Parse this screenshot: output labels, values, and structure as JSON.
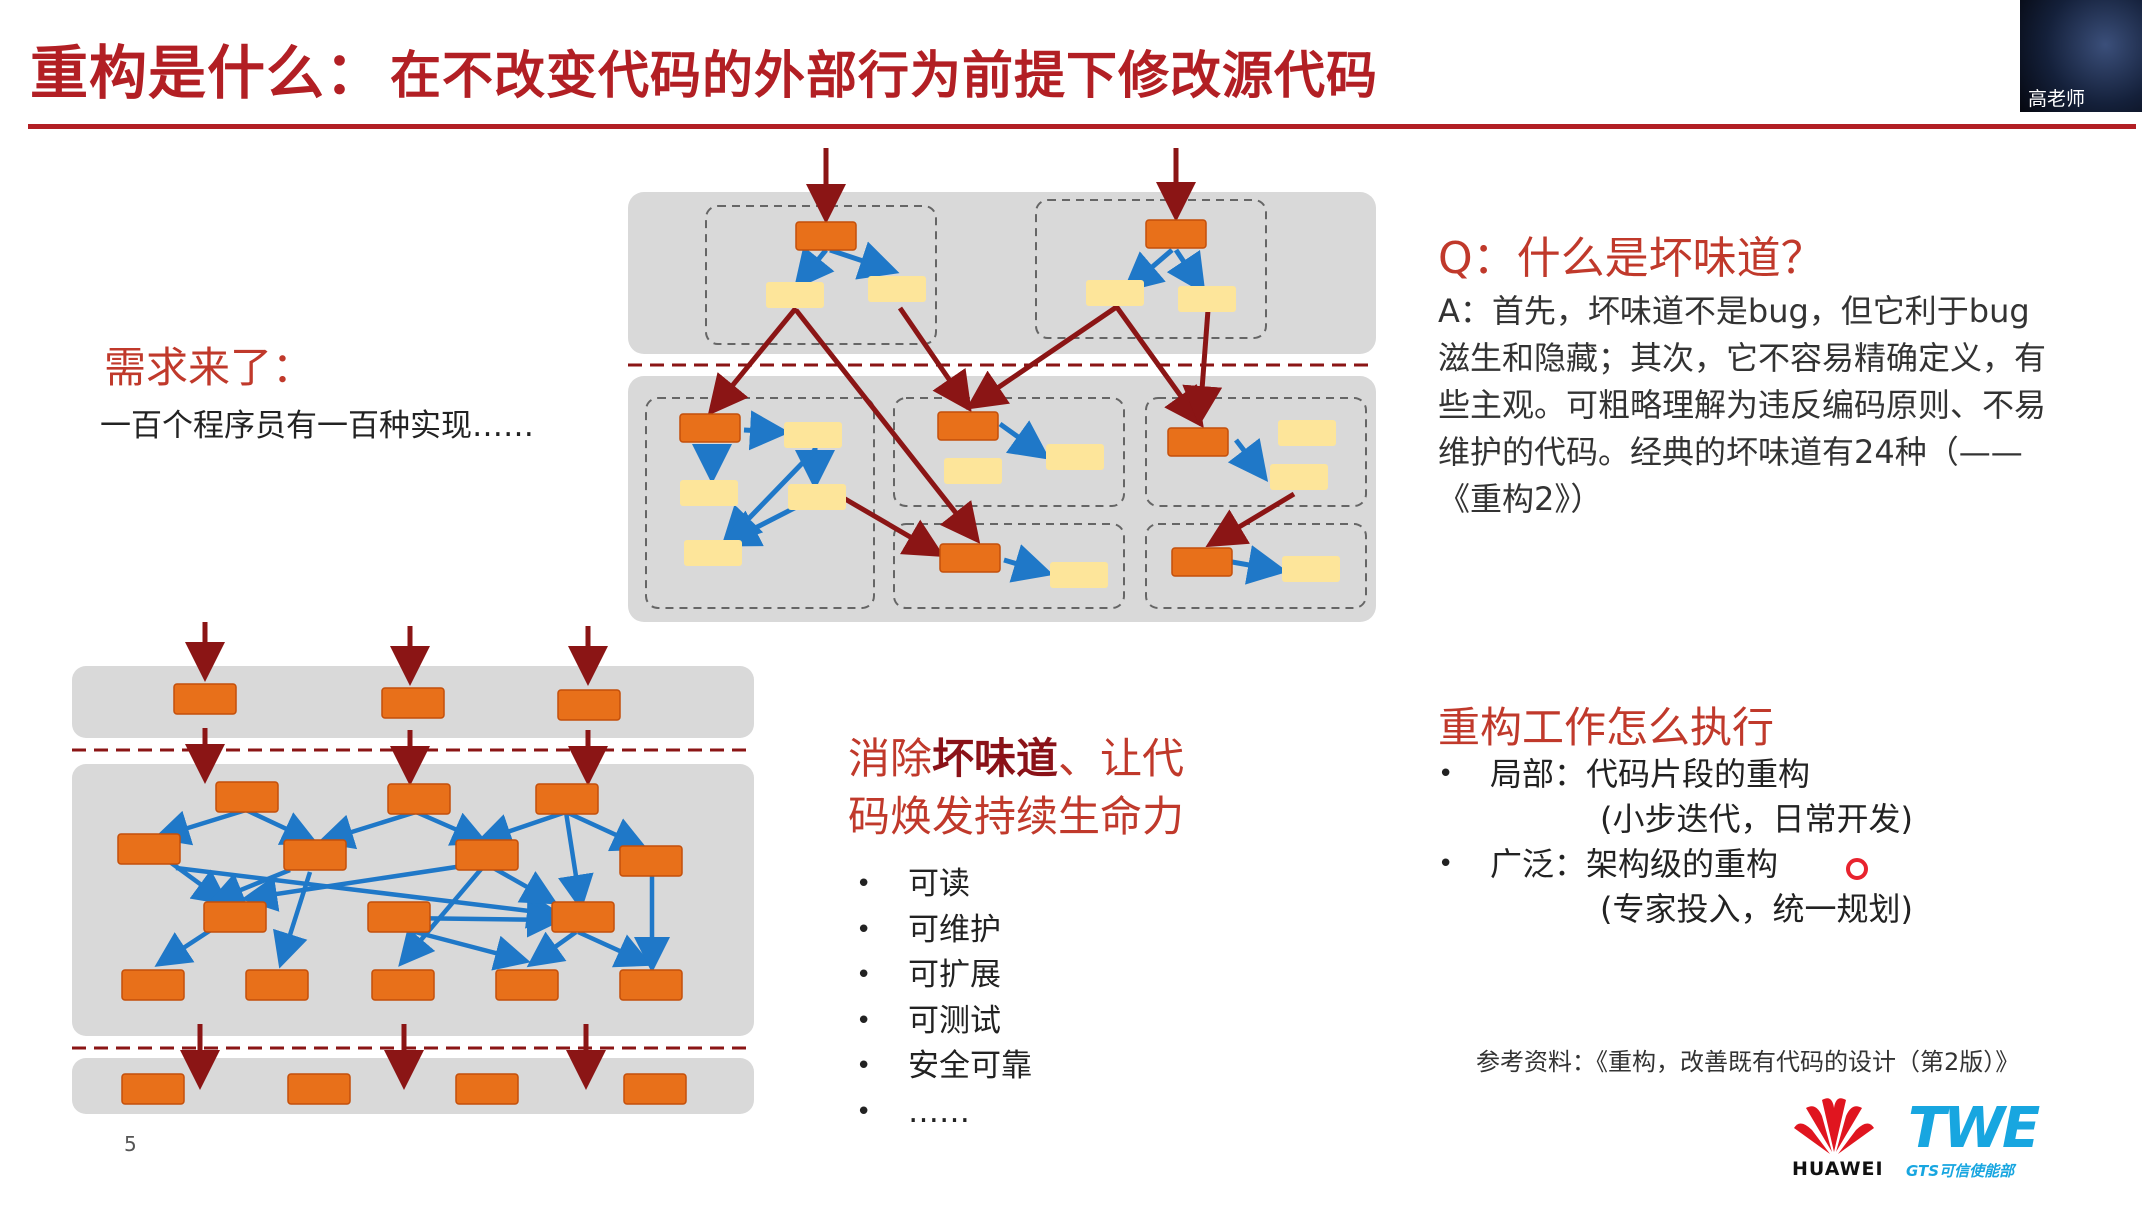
{
  "title": {
    "main": "重构是什么：",
    "sub": "在不改变代码的外部行为前提下修改源代码"
  },
  "presenter": {
    "name": "高老师"
  },
  "requirement": {
    "heading": "需求来了：",
    "text": "一百个程序员有一百种实现……"
  },
  "qa": {
    "question": "Q：什么是坏味道？",
    "answer": "A：首先，坏味道不是bug，但它利于bug滋生和隐藏；其次，它不容易精确定义，有些主观。可粗略理解为违反编码原则、不易维护的代码。经典的坏味道有24种（——《重构2》）"
  },
  "remove": {
    "prefix": "消除",
    "emphasis": "坏味道",
    "suffix": "、让代码焕发持续生命力"
  },
  "benefits": [
    "可读",
    "可维护",
    "可扩展",
    "可测试",
    "安全可靠",
    "……"
  ],
  "how": {
    "heading": "重构工作怎么执行",
    "items": [
      {
        "label": "局部：代码片段的重构",
        "detail": "(小步迭代，日常开发)"
      },
      {
        "label": "广泛：架构级的重构",
        "detail": "(专家投入，统一规划)"
      }
    ]
  },
  "reference": "参考资料：《重构，改善既有代码的设计（第2版）》",
  "page_number": "5",
  "logos": {
    "huawei": "HUAWEI",
    "twe": "TWE",
    "gts": "GTS可信使能部"
  },
  "colors": {
    "title_red": "#b21f24",
    "accent_red": "#c0392b",
    "arrow_dark_red": "#8b1515",
    "arrow_blue": "#1f78c8",
    "box_orange": "#e8701a",
    "box_yellow": "#fde59a",
    "panel_gray": "#d9d9d9"
  }
}
